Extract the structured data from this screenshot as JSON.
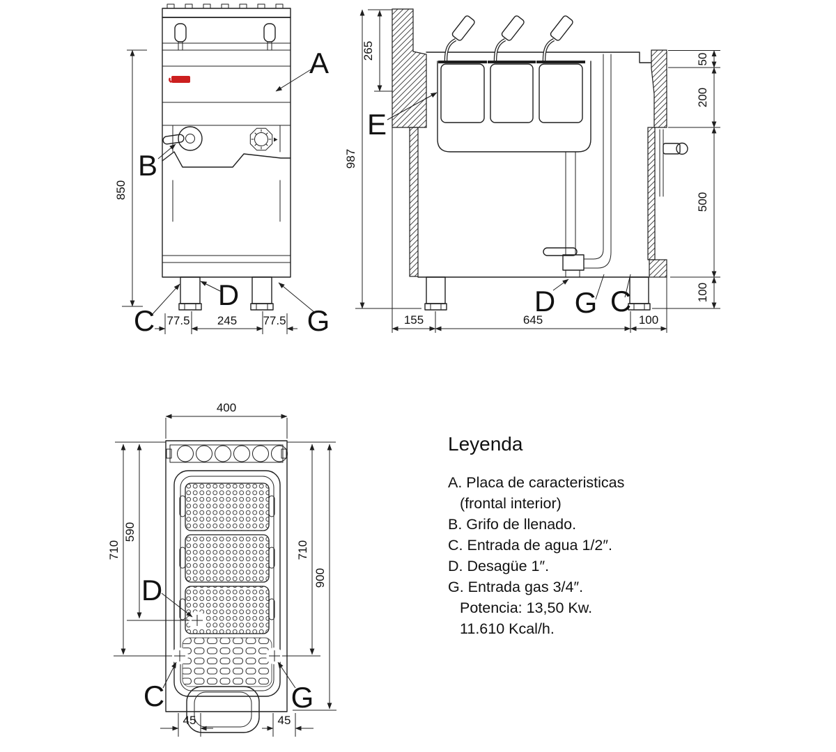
{
  "page": {
    "background": "#ffffff",
    "line_color": "#1f1f1f",
    "brand_logo_color": "#cc1f1f"
  },
  "front_view": {
    "callouts": {
      "a": "A",
      "b": "B",
      "c": "C",
      "d": "D",
      "g": "G"
    },
    "dims": {
      "height": "850",
      "foot_left": "77.5",
      "foot_span": "245",
      "foot_right": "77.5"
    }
  },
  "side_view": {
    "callouts": {
      "e": "E",
      "d": "D",
      "g": "G",
      "c": "C"
    },
    "dims": {
      "overall_height": "987",
      "control_depth": "265",
      "top_rim": "50",
      "tank_depth": "200",
      "body_height": "500",
      "foot_height": "100",
      "back_offset": "155",
      "foot_span": "645",
      "front_offset": "100"
    }
  },
  "top_view": {
    "callouts": {
      "d": "D",
      "c": "C",
      "g": "G"
    },
    "dims": {
      "width": "400",
      "left_outer": "710",
      "left_inner": "590",
      "right_inner": "710",
      "right_outer": "900",
      "bottom_left": "45",
      "bottom_right": "45"
    }
  },
  "legend": {
    "title": "Leyenda",
    "items": [
      {
        "text": "A. Placa de caracteristicas"
      },
      {
        "text": "(frontal interior)"
      },
      {
        "text": "B. Grifo de llenado."
      },
      {
        "text": "C. Entrada de agua 1/2″."
      },
      {
        "text": "D. Desagüe 1″."
      },
      {
        "text": "G. Entrada gas 3/4″."
      },
      {
        "text": "Potencia: 13,50 Kw."
      },
      {
        "text": "11.610 Kcal/h."
      }
    ]
  }
}
